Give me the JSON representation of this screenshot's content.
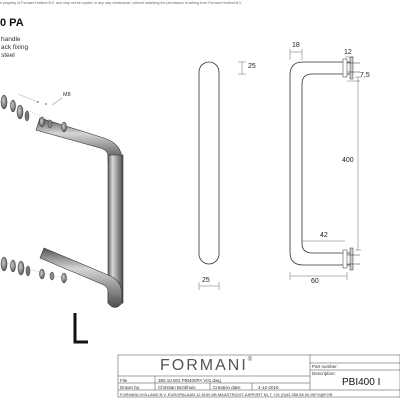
{
  "header": {
    "disclaimer": "e property of Formani Holland B.V. and may not be copied, in any way whatsoever, without obtaining the permission in writing from Formani Holland B.V.",
    "title": "0 PA",
    "desc_lines": [
      "handle",
      "ack fixing",
      "steel"
    ]
  },
  "callout": {
    "label": "M8"
  },
  "dimensions": {
    "front_top": "25",
    "front_bottom": "25",
    "side_top_outer": "18",
    "side_top_inner": "12",
    "side_right": "7,5",
    "side_height": "400",
    "side_inner_width": "42",
    "side_bottom_width": "60"
  },
  "title_block": {
    "brand": "FORMANI",
    "brand_mark": "®",
    "file_label": "File",
    "file_value": "380.10.001 PBI400PA V01.dwg",
    "drawn_label": "Drawn by:",
    "drawn_value": "Christian Brinkhuis",
    "creation_label": "Creation date:",
    "creation_value": "4-12-2016",
    "part_label": "Part number:",
    "description_label": "Description:",
    "part_number": "PBI400 I",
    "footer": "FORMANI HOLLAND B.V.   EUROPALAAN 12   6199 AB MAASTRICHT-AIRPORT NL   T +31 (0)43 358 85 00   INFO@FOR"
  }
}
